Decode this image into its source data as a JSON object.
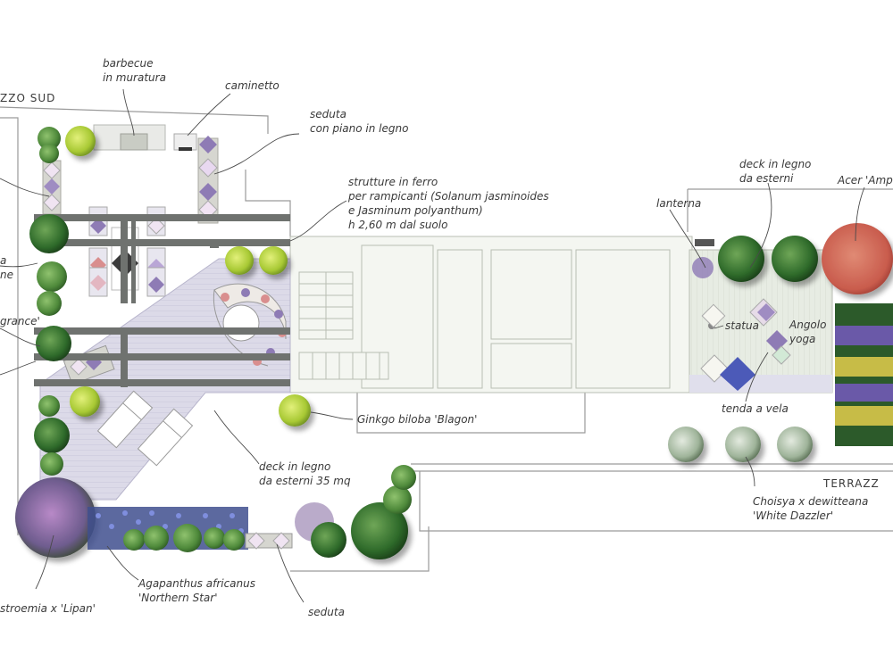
{
  "labels": {
    "terrazzo_sud": "ZZO SUD",
    "terrazzo_right": "TERRAZZ",
    "barbecue_l1": "barbecue",
    "barbecue_l2": "in muratura",
    "caminetto": "caminetto",
    "seduta_legno_l1": "seduta",
    "seduta_legno_l2": "con piano in legno",
    "strutture_l1": "strutture in ferro",
    "strutture_l2": "per rampicanti (Solanum jasminoides",
    "strutture_l3": "e Jasminum polyanthum)",
    "strutture_l4": "h 2,60 m dal suolo",
    "left_a": "a",
    "left_ne": "ne",
    "left_grance": "grance'",
    "ginkgo": "Ginkgo biloba 'Blagon'",
    "deck_35_l1": "deck in legno",
    "deck_35_l2": "da esterni 35 mq",
    "agapanthus_l1": "Agapanthus africanus",
    "agapanthus_l2": "'Northern Star'",
    "seduta_bottom": "seduta",
    "lagerstroemia": "stroemia x 'Lipan'",
    "deck_esterni_l1": "deck in legno",
    "deck_esterni_l2": "da esterni",
    "acer": "Acer 'Amp",
    "lanterna": "lanterna",
    "statua": "statua",
    "angolo_l1": "Angolo",
    "angolo_l2": "yoga",
    "tenda": "tenda a vela",
    "choisya_l1": "Choisya x dewitteana",
    "choisya_l2": "'White Dazzler'"
  },
  "colors": {
    "deck": "#d9d7e6",
    "beam": "#6f726f",
    "lavender_cushion": "#8e7bb5",
    "pink_cushion": "#d98e8e",
    "acer": "#cf6b5c",
    "green_plant": "#5f9a46",
    "yellow_green": "#b7d33f"
  }
}
